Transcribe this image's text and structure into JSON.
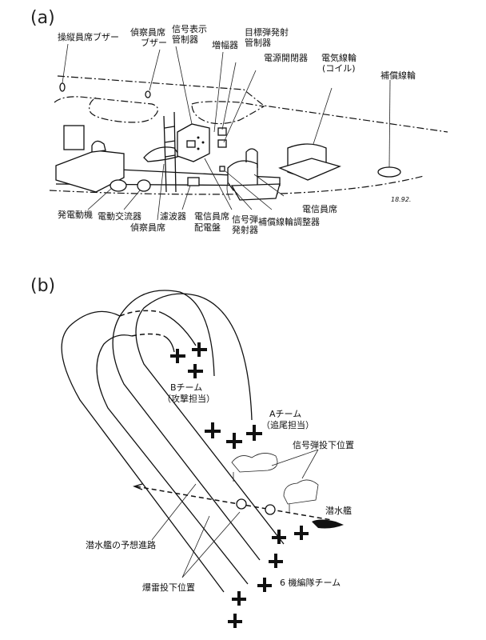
{
  "panel_a": {
    "label": "(a)",
    "labels": {
      "pilot_buzzer": "操縦員席ブザー",
      "observer_buzzer_1": "偵察員席",
      "observer_buzzer_2": "ブザー",
      "signal_display_1": "信号表示",
      "signal_display_2": "管制器",
      "amplifier": "増幅器",
      "target_flare_1": "目標弾発射",
      "target_flare_2": "管制器",
      "power_switch": "電源開閉器",
      "electric_coil_1": "電気線輪",
      "electric_coil_2": "(コイル)",
      "compensating_coil": "補償線輪",
      "generator": "発電動機",
      "motor_alternator": "電動交流器",
      "observer_seat": "偵察員席",
      "filter": "濾波器",
      "radio_panel_1": "電信員席",
      "radio_panel_2": "配電盤",
      "flare_launcher_1": "信号弾",
      "flare_launcher_2": "発射器",
      "comp_coil_adjuster": "補償線輪調整器",
      "radio_operator_seat": "電信員席",
      "signature": "18.92."
    }
  },
  "panel_b": {
    "label": "(b)",
    "labels": {
      "team_b_1": "Bチーム",
      "team_b_2": "（攻撃担当）",
      "team_a_1": "Aチーム",
      "team_a_2": "（追尾担当）",
      "flare_drop": "信号弾投下位置",
      "submarine": "潜水艦",
      "predicted_course": "潜水艦の予想進路",
      "depth_charge_drop": "爆雷投下位置",
      "formation": "6 機編隊チーム"
    }
  }
}
